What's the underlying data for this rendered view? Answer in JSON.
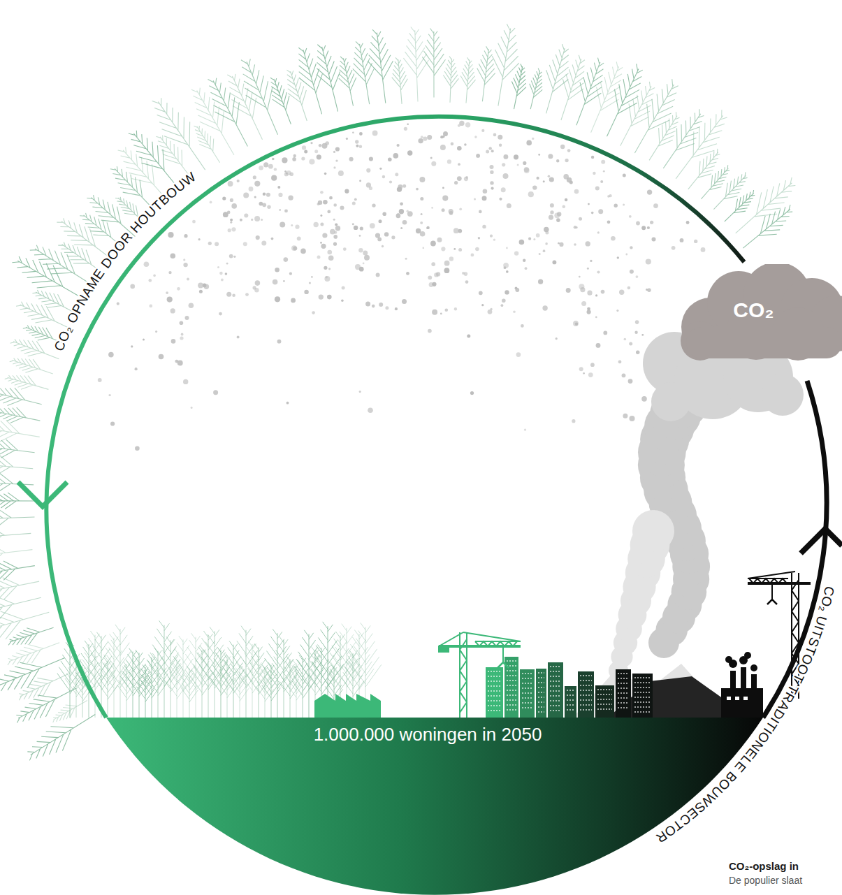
{
  "diagram": {
    "nodes": [
      {
        "text": [
          "CO₂"
        ]
      }
    ],
    "labels": [
      "CO₂ OPNAME DOOR HOUTBOUW",
      "CO₂ UITSTOOT TRADITIONELE BOUWSECTOR",
      "1.000.000 woningen in 2050",
      "CO₂-opslag in",
      "De populier slaat"
    ]
  }
}
